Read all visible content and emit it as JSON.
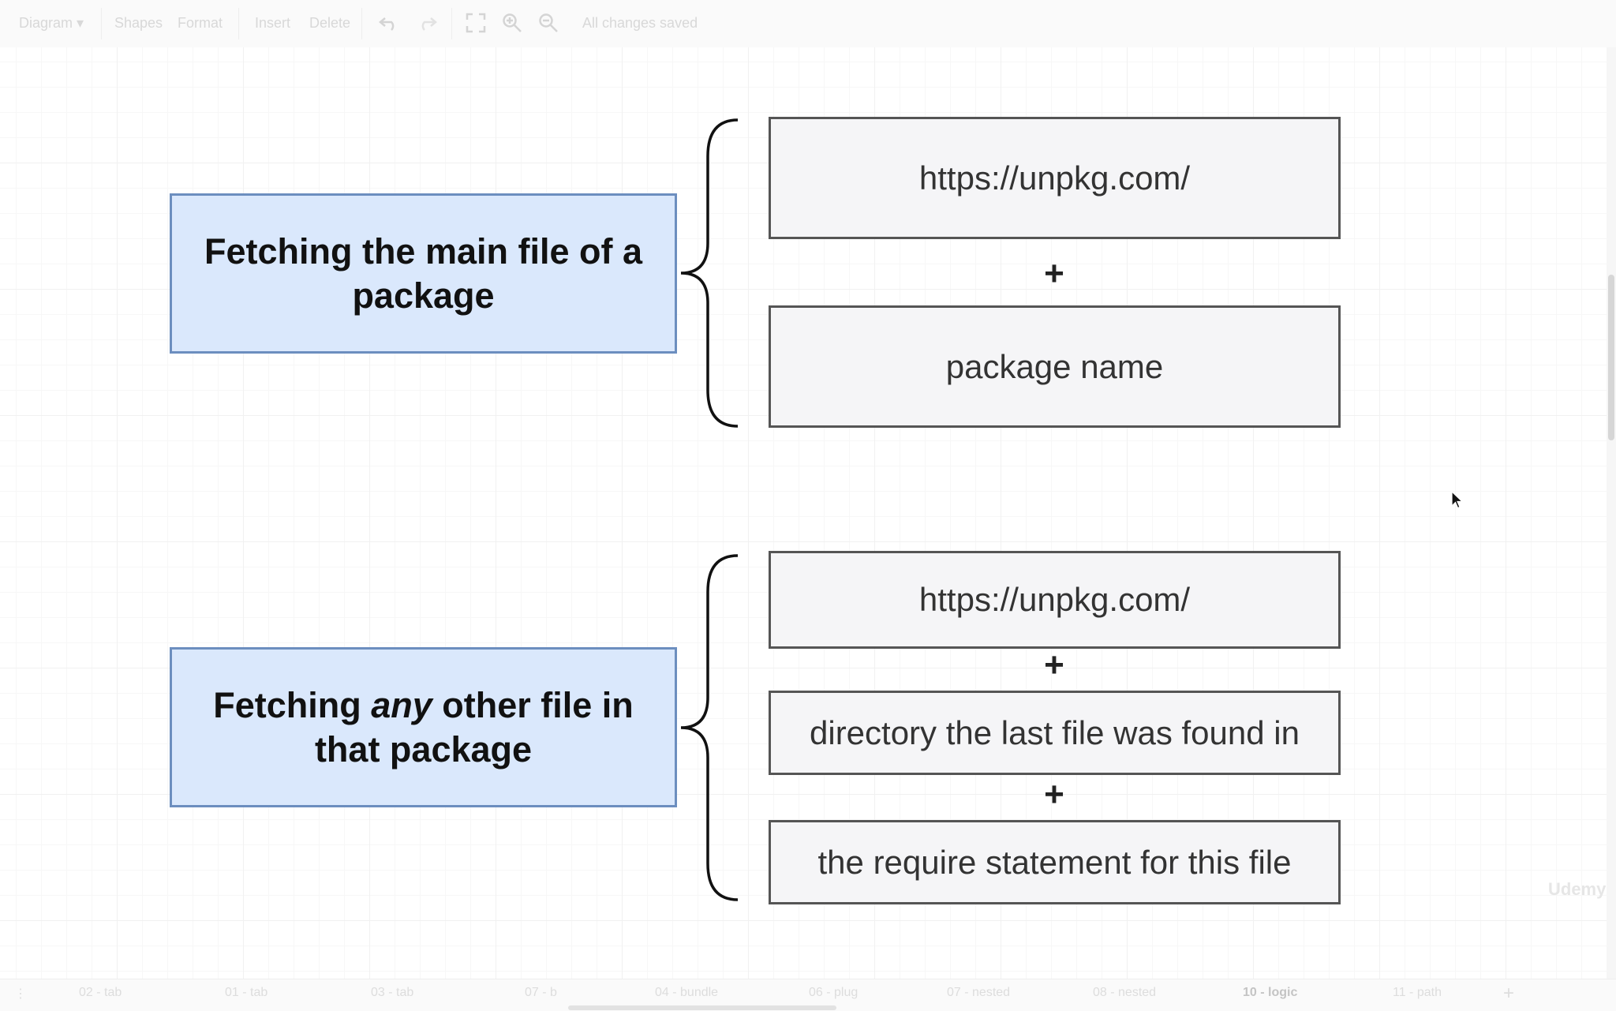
{
  "toolbar": {
    "diagram_menu": "Diagram",
    "shapes": "Shapes",
    "format": "Format",
    "insert": "Insert",
    "delete": "Delete",
    "status": "All changes saved"
  },
  "diagram": {
    "group1": {
      "label": "Fetching the main file of a package",
      "parts": [
        "https://unpkg.com/",
        "package name"
      ]
    },
    "group2": {
      "label_pre": "Fetching ",
      "label_em": "any",
      "label_post": " other file in that package",
      "parts": [
        "https://unpkg.com/",
        "directory the last file was found in",
        "the require statement for this file"
      ]
    },
    "plus": "+"
  },
  "watermark": "Udemy",
  "pages": [
    {
      "label": "02 - tab"
    },
    {
      "label": "01 - tab"
    },
    {
      "label": "03 - tab"
    },
    {
      "label": "07 - b"
    },
    {
      "label": "04 - bundle"
    },
    {
      "label": "06 - plug"
    },
    {
      "label": "07 - nested"
    },
    {
      "label": "08 - nested"
    },
    {
      "label": "10 - logic",
      "active": true
    },
    {
      "label": "11 - path"
    }
  ]
}
